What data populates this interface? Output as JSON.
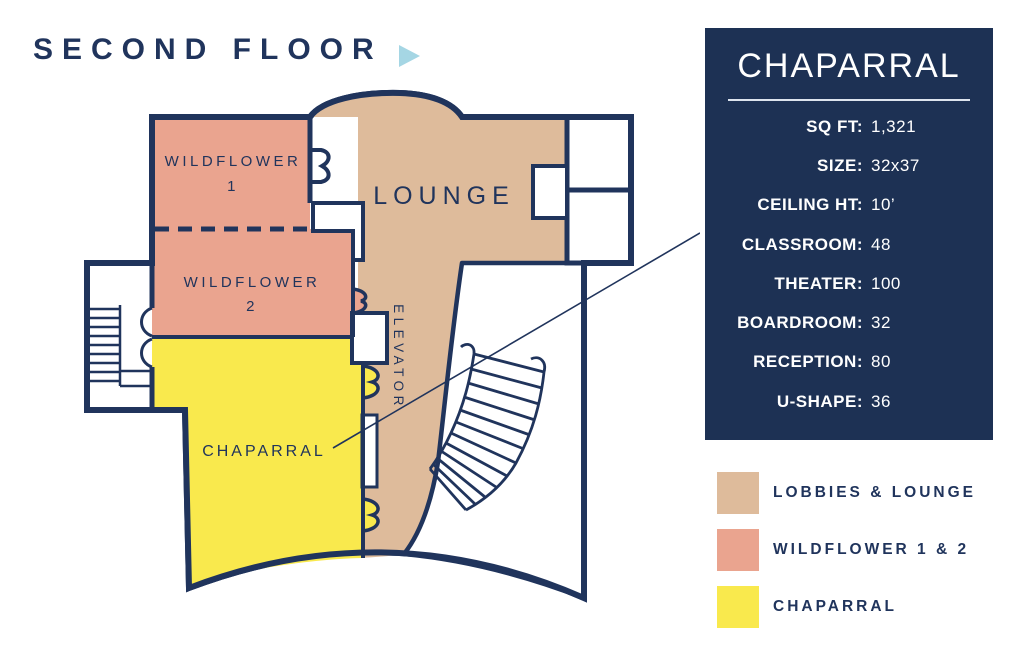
{
  "page": {
    "title": "SECOND FLOOR"
  },
  "colors": {
    "navy": "#20345c",
    "panel": "#1d3154",
    "tan": "#debb9b",
    "salmon": "#eaa48f",
    "yellow": "#f9e94d",
    "lightblue": "#a5d6e4",
    "white": "#ffffff"
  },
  "floorplan": {
    "rooms": {
      "wildflower1": {
        "line1": "WILDFLOWER",
        "line2": "1"
      },
      "wildflower2": {
        "line1": "WILDFLOWER",
        "line2": "2"
      },
      "lounge": {
        "label": "LOUNGE"
      },
      "chaparral": {
        "label": "CHAPARRAL"
      },
      "elevator": {
        "label": "ELEVATOR"
      }
    }
  },
  "info_panel": {
    "title": "CHAPARRAL",
    "rows": [
      {
        "label": "SQ FT:",
        "value": "1,321"
      },
      {
        "label": "SIZE:",
        "value": "32x37"
      },
      {
        "label": "CEILING HT:",
        "value": "10’"
      },
      {
        "label": "CLASSROOM:",
        "value": "48"
      },
      {
        "label": "THEATER:",
        "value": "100"
      },
      {
        "label": "BOARDROOM:",
        "value": "32"
      },
      {
        "label": "RECEPTION:",
        "value": "80"
      },
      {
        "label": "U-SHAPE:",
        "value": "36"
      }
    ]
  },
  "legend": {
    "items": [
      {
        "label": "LOBBIES & LOUNGE",
        "color_key": "tan"
      },
      {
        "label": "WILDFLOWER 1 & 2",
        "color_key": "salmon"
      },
      {
        "label": "CHAPARRAL",
        "color_key": "yellow"
      }
    ]
  }
}
